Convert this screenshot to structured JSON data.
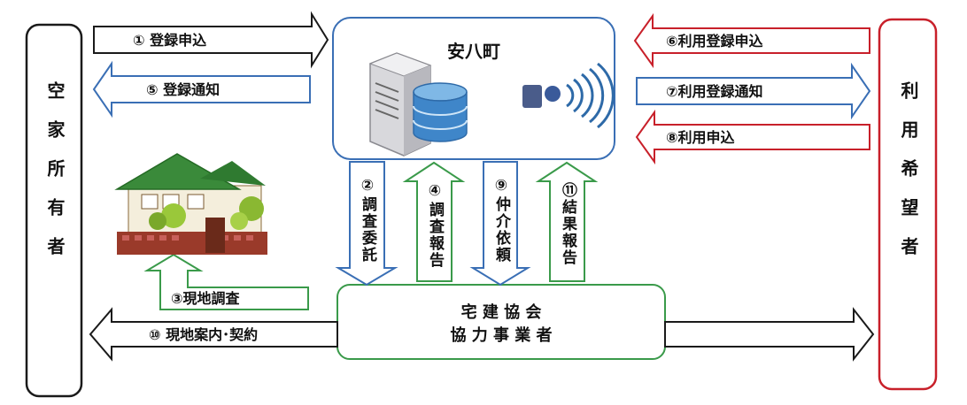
{
  "left_box": {
    "label": "空家所有者"
  },
  "right_box": {
    "label": "利用希望者"
  },
  "town": {
    "label": "安八町"
  },
  "association": {
    "line1": "宅 建 協 会",
    "line2": "協 力 事 業 者"
  },
  "arrows": {
    "a1": "① 登録申込",
    "a5": "⑤ 登録通知",
    "a6": "⑥利用登録申込",
    "a7": "⑦利用登録通知",
    "a8": "⑧利用申込",
    "a2": "②調査委託",
    "a4": "④調査報告",
    "a9": "⑨仲介依頼",
    "a11": "⑪結果報告",
    "a3": "③現地調査",
    "a10": "⑩ 現地案内･契約"
  },
  "colors": {
    "black": "#1a1a1a",
    "blue": "#3a6fb5",
    "red": "#c8202a",
    "green": "#3a9a4a",
    "town_border": "#3a6fb5",
    "assoc_border": "#3a9a4a"
  }
}
